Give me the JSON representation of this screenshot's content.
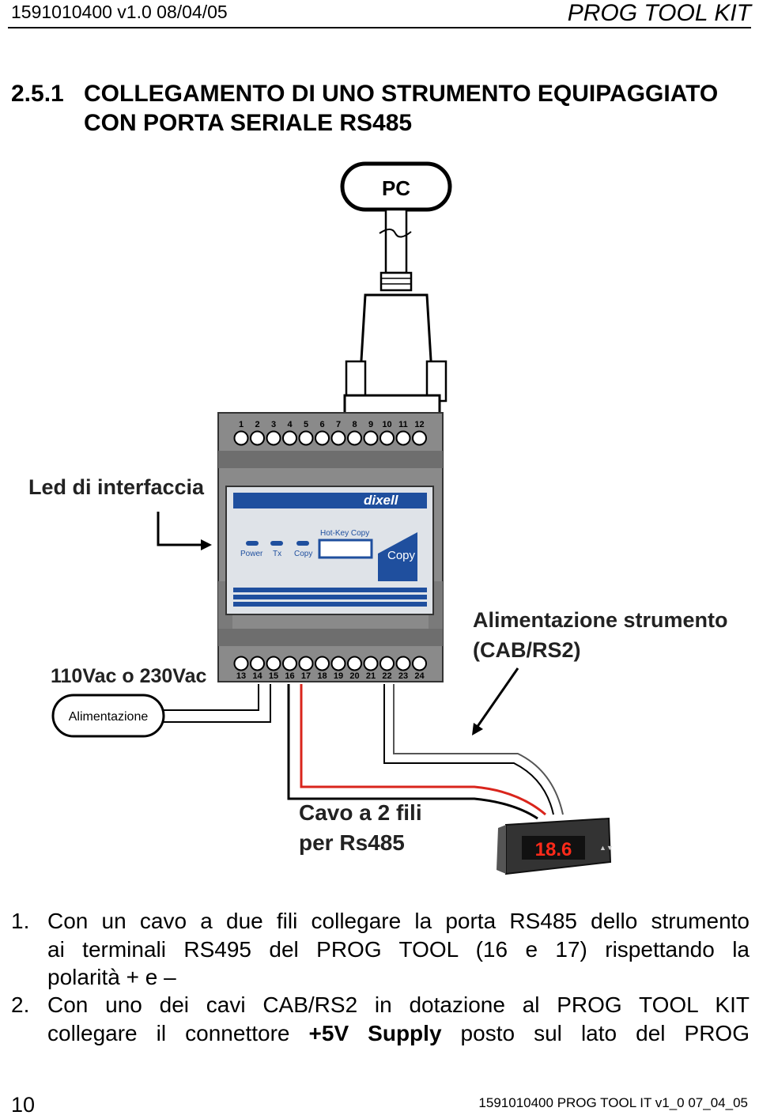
{
  "header": {
    "doc_ref": "1591010400  v1.0  08/04/05",
    "product": "PROG TOOL KIT"
  },
  "section": {
    "number": "2.5.1",
    "title_line1": "COLLEGAMENTO DI UNO STRUMENTO EQUIPAGGIATO",
    "title_line2": "CON PORTA SERIALE RS485"
  },
  "diagram": {
    "pc_label": "PC",
    "led_label": "Led di interfaccia",
    "brand": "dixell",
    "hotkey_label": "Hot-Key Copy",
    "copy_button": "Copy",
    "leds": [
      "Power",
      "Tx",
      "Copy"
    ],
    "terminals_top": [
      "1",
      "2",
      "3",
      "4",
      "5",
      "6",
      "7",
      "8",
      "9",
      "10",
      "11",
      "12"
    ],
    "terminals_bottom": [
      "13",
      "14",
      "15",
      "16",
      "17",
      "18",
      "19",
      "20",
      "21",
      "22",
      "23",
      "24"
    ],
    "voltage_label": "110Vac o 230Vac",
    "supply_label": "Alimentazione",
    "instrument_supply_line1": "Alimentazione strumento",
    "instrument_supply_line2": "(CAB/RS2)",
    "cable_line1": "Cavo a 2 fili",
    "cable_line2": "per Rs485",
    "display_value": "18.6",
    "colors": {
      "blue": "#1f4f9e",
      "red": "#d9251c",
      "display_red": "#ff2a1a"
    }
  },
  "paragraphs": [
    {
      "number": "1.",
      "line1": "Con un cavo a due fili collegare la porta RS485 dello strumento",
      "line2": "ai terminali RS495 del PROG TOOL (16 e 17) rispettando la",
      "line3": "polarità + e –"
    },
    {
      "number": "2.",
      "line1": "Con uno dei cavi CAB/RS2 in dotazione al PROG TOOL KIT",
      "line2_a": "collegare il connettore ",
      "line2_bold": "+5V Supply",
      "line2_b": " posto sul lato del PROG"
    }
  ],
  "footer": {
    "page_number": "10",
    "doc_code": "1591010400 PROG TOOL  IT  v1_0  07_04_05"
  }
}
